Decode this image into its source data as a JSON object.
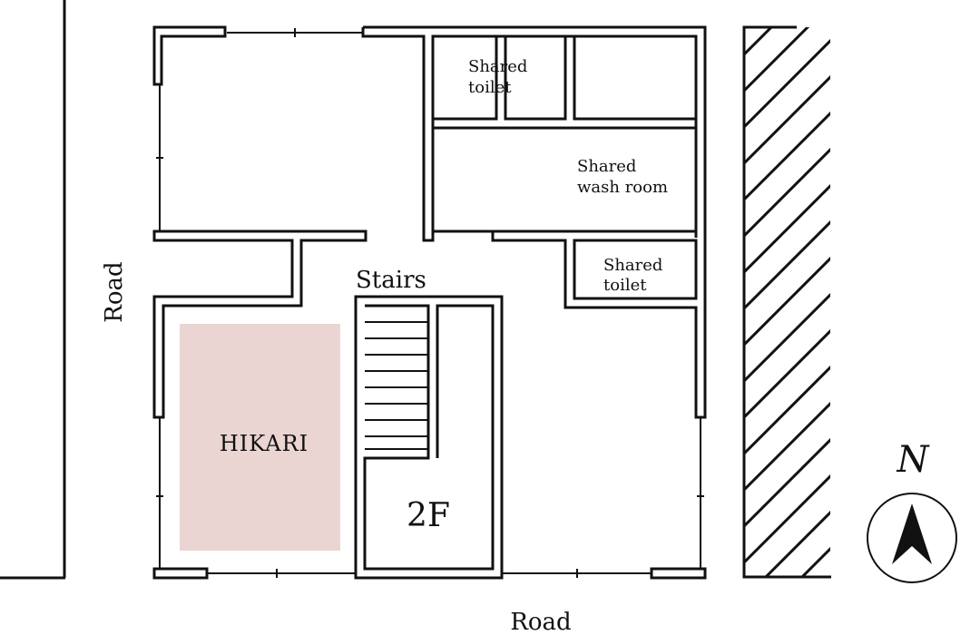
{
  "labels": {
    "road_west": "Road",
    "road_south": "Road",
    "shared_toilet_top_line1": "Shared",
    "shared_toilet_top_line2": "toilet",
    "shared_wash_line1": "Shared",
    "shared_wash_line2": "wash room",
    "shared_toilet_right_line1": "Shared",
    "shared_toilet_right_line2": "toilet",
    "stairs": "Stairs",
    "room": "HIKARI",
    "floor": "2F",
    "compass": "N"
  },
  "colors": {
    "wall": "#111111",
    "highlight_room": "#ead5d3",
    "background": "#ffffff"
  },
  "icons": {
    "compass": "north-arrow-icon"
  }
}
